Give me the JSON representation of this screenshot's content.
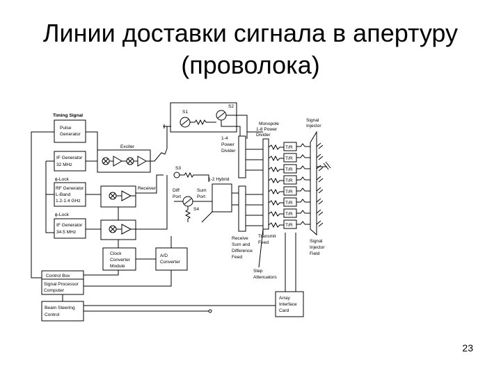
{
  "title": {
    "line1": "Линии доставки сигнала в апертуру",
    "line2": "(проволока)"
  },
  "page_number": "23",
  "diagram": {
    "timing_signal": "Timing Signal",
    "pulse_generator": [
      "Pulse",
      "Generator"
    ],
    "exciter": "Exciter",
    "if_gen_32": [
      "IF Generator",
      "32 MHz"
    ],
    "phi_lock_1": "ϕ-Lock",
    "rf_gen": [
      "RF Generator",
      "L-Band",
      "1.2-1.4 GHz"
    ],
    "receiver": "Receiver",
    "phi_lock_2": "ϕ-Lock",
    "if_gen_34": [
      "IF Generator",
      "34.5 MHz"
    ],
    "clock_converter": [
      "Clock",
      "Converter",
      "Module"
    ],
    "ad_converter": [
      "A/D",
      "Converter"
    ],
    "control_box": "Control Box",
    "signal_processor": [
      "Signal Processor",
      "Computer"
    ],
    "beam_steering": [
      "Beam Steering",
      "Control"
    ],
    "s1": "S1",
    "s2": "S2",
    "s3": "S3",
    "s4": "S4",
    "diff_port": [
      "Diff",
      "Port"
    ],
    "sum_port": [
      "Sum",
      "Port"
    ],
    "hybrid": "1-2 Hybrid",
    "power_divider_14": [
      "1-4",
      "Power",
      "Divider"
    ],
    "power_divider_18": [
      "1-8 Power",
      "Divider"
    ],
    "monopole": "Monopole",
    "signal_injector": [
      "Signal",
      "Injector"
    ],
    "tr": "T/R",
    "receive_feed": [
      "Receive",
      "Sum and",
      "Difference",
      "Feed"
    ],
    "transmit_feed": [
      "Transmit",
      "Feed"
    ],
    "signal_injector_field": [
      "Signal",
      "Injector",
      "Field"
    ],
    "step_attenuators": [
      "Step",
      "Attenuators"
    ],
    "array_interface": [
      "Array",
      "Interface",
      "Card"
    ]
  }
}
